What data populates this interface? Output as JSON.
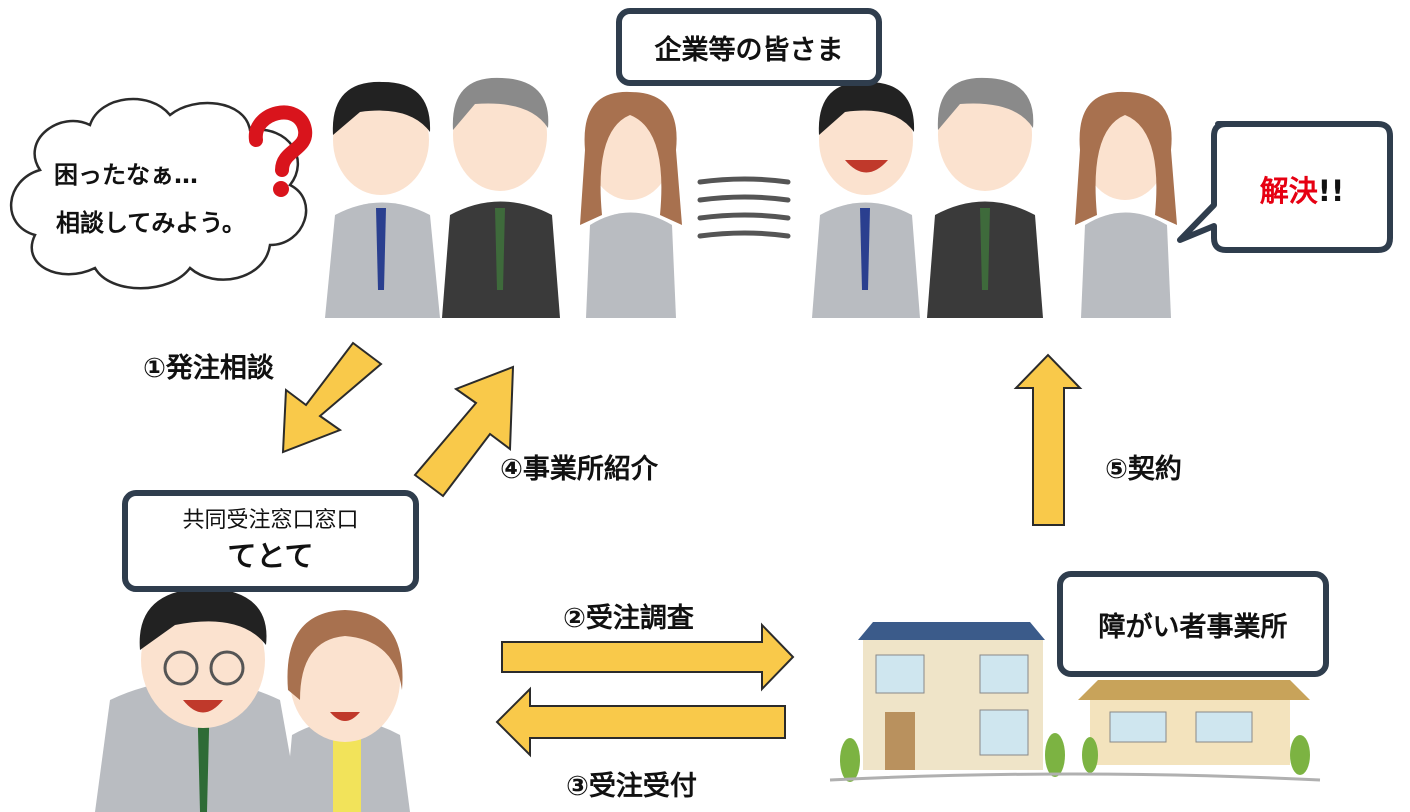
{
  "companies_box": {
    "label": "企業等の皆さま"
  },
  "thought_bubble": {
    "line1": "困ったなぁ…",
    "line2": "相談してみよう。"
  },
  "speech_bubble": {
    "text_red": "解決",
    "text_black": "!!"
  },
  "window_box": {
    "line1": "共同受注窓口窓口",
    "line2": "てとて"
  },
  "facility_box": {
    "label": "障がい者事業所"
  },
  "steps": {
    "s1": "①発注相談",
    "s2": "②受注調査",
    "s3": "③受注受付",
    "s4": "④事業所紹介",
    "s5": "⑤契約"
  },
  "colors": {
    "arrow": "#f9c94a",
    "arrow_stroke": "#2b2b2b",
    "box_border": "#2f3d4d",
    "accent_red": "#e60012",
    "suit_gray": "#b9bcc1",
    "suit_dark": "#3a3a3a"
  }
}
